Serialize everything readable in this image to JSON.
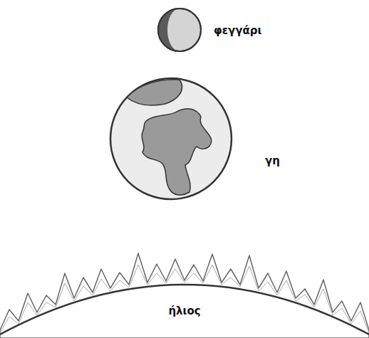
{
  "diagram": {
    "labels": [
      "φεγγάρι",
      "γη",
      "ήλιος"
    ]
  }
}
